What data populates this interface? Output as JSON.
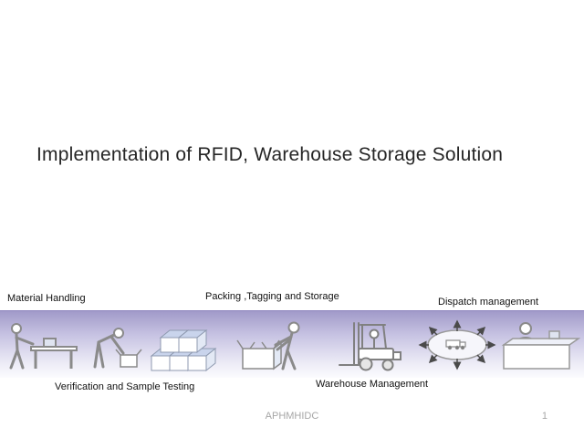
{
  "title": "Implementation of RFID, Warehouse Storage Solution",
  "labels": {
    "material_handling": "Material Handling",
    "packing_tagging_storage": "Packing ,Tagging and Storage",
    "dispatch_management": "Dispatch management",
    "verification_sample_testing": "Verification and Sample Testing",
    "warehouse_management": "Warehouse Management"
  },
  "footer": {
    "text": "APHMHIDC",
    "page_number": "1"
  },
  "banner": {
    "illustrations": [
      "material-handling",
      "verification-sample-testing",
      "box-stack",
      "packing",
      "forklift",
      "distribution",
      "dispatch-desk"
    ]
  },
  "colors": {
    "banner_gradient_top": "#a19ac9",
    "banner_gradient_bottom": "#fbfbfe",
    "title_text": "#262626",
    "footer_text": "#a6a6a6",
    "box_top_face": "#c9d4ec",
    "box_side_face": "#e3e9f5",
    "outline_gray": "#8a8a8a"
  }
}
